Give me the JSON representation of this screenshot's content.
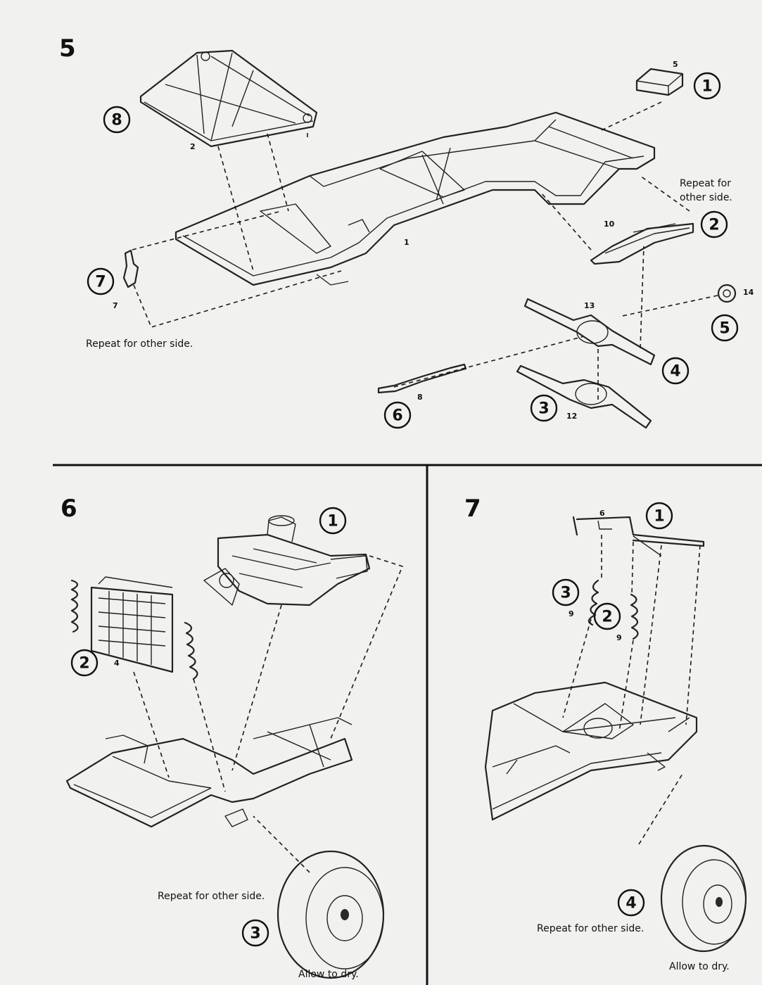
{
  "steps": [
    {
      "number": "5",
      "callouts": [
        "1",
        "2",
        "4",
        "5",
        "3",
        "6",
        "7",
        "8"
      ],
      "part_numbers": [
        "5",
        "2",
        "1",
        "10",
        "7",
        "13",
        "14",
        "8",
        "12"
      ],
      "notes": {
        "repeat_left": "Repeat for other side.",
        "repeat_right_line1": "Repeat for",
        "repeat_right_line2": "other side."
      }
    },
    {
      "number": "6",
      "callouts": [
        "1",
        "2",
        "3"
      ],
      "part_numbers": [
        "4"
      ],
      "notes": {
        "repeat": "Repeat for other side.",
        "dry": "Allow to dry."
      }
    },
    {
      "number": "7",
      "callouts": [
        "1",
        "3",
        "2",
        "4"
      ],
      "part_numbers": [
        "6",
        "9",
        "9"
      ],
      "notes": {
        "repeat": "Repeat for other side.",
        "dry": "Allow to dry."
      }
    }
  ]
}
